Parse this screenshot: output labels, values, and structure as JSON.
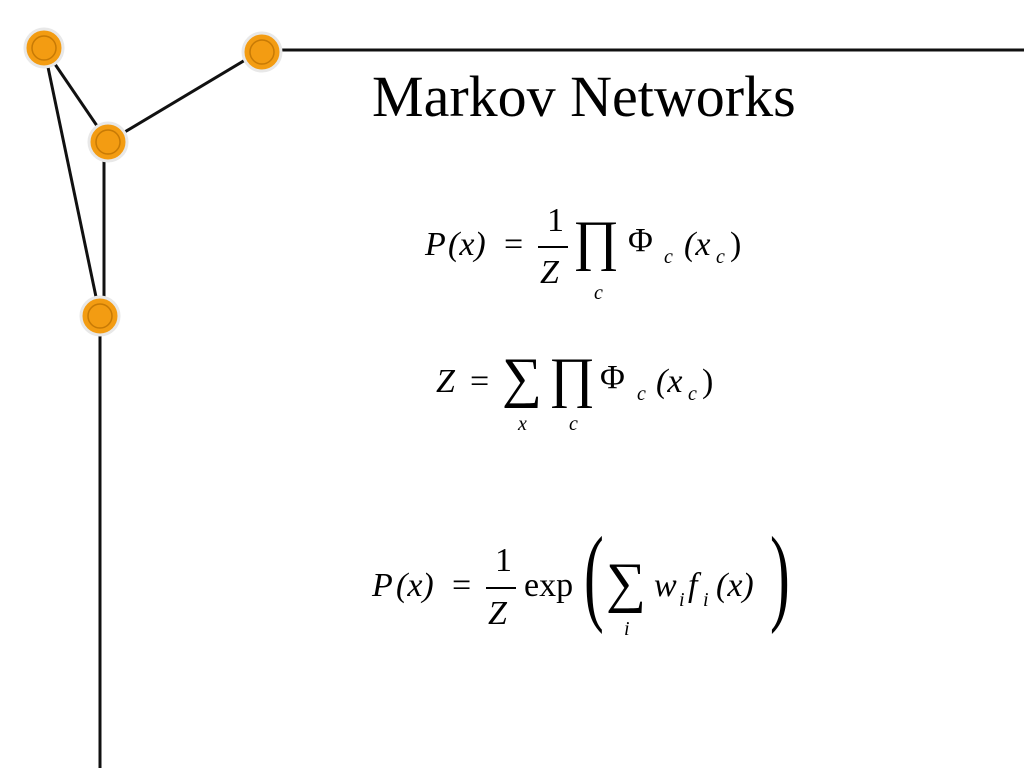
{
  "slide": {
    "title": "Markov Networks"
  },
  "eq1": {
    "lhs_P": "P",
    "lhs_paren": "(x)",
    "eq": "=",
    "num": "1",
    "den": "Z",
    "prod": "∏",
    "prod_sub": "c",
    "phi": "Φ",
    "phi_sub": "c",
    "arg_open": "(x",
    "arg_sub": "c",
    "arg_close": ")"
  },
  "eq2": {
    "lhs": "Z",
    "eq": "=",
    "sum": "∑",
    "sum_sub": "x",
    "prod": "∏",
    "prod_sub": "c",
    "phi": "Φ",
    "phi_sub": "c",
    "arg_open": "(x",
    "arg_sub": "c",
    "arg_close": ")"
  },
  "eq3": {
    "lhs_P": "P",
    "lhs_paren": "(x)",
    "eq": "=",
    "num": "1",
    "den": "Z",
    "exp": "exp",
    "lparen": "(",
    "sum": "∑",
    "sum_sub": "i",
    "w": "w",
    "w_sub": "i",
    "f": "f",
    "f_sub": "i",
    "arg": "(x)",
    "rparen": ")"
  },
  "colors": {
    "node_fill": "#f39c12",
    "node_ring": "#c77a05",
    "line": "#111111"
  }
}
